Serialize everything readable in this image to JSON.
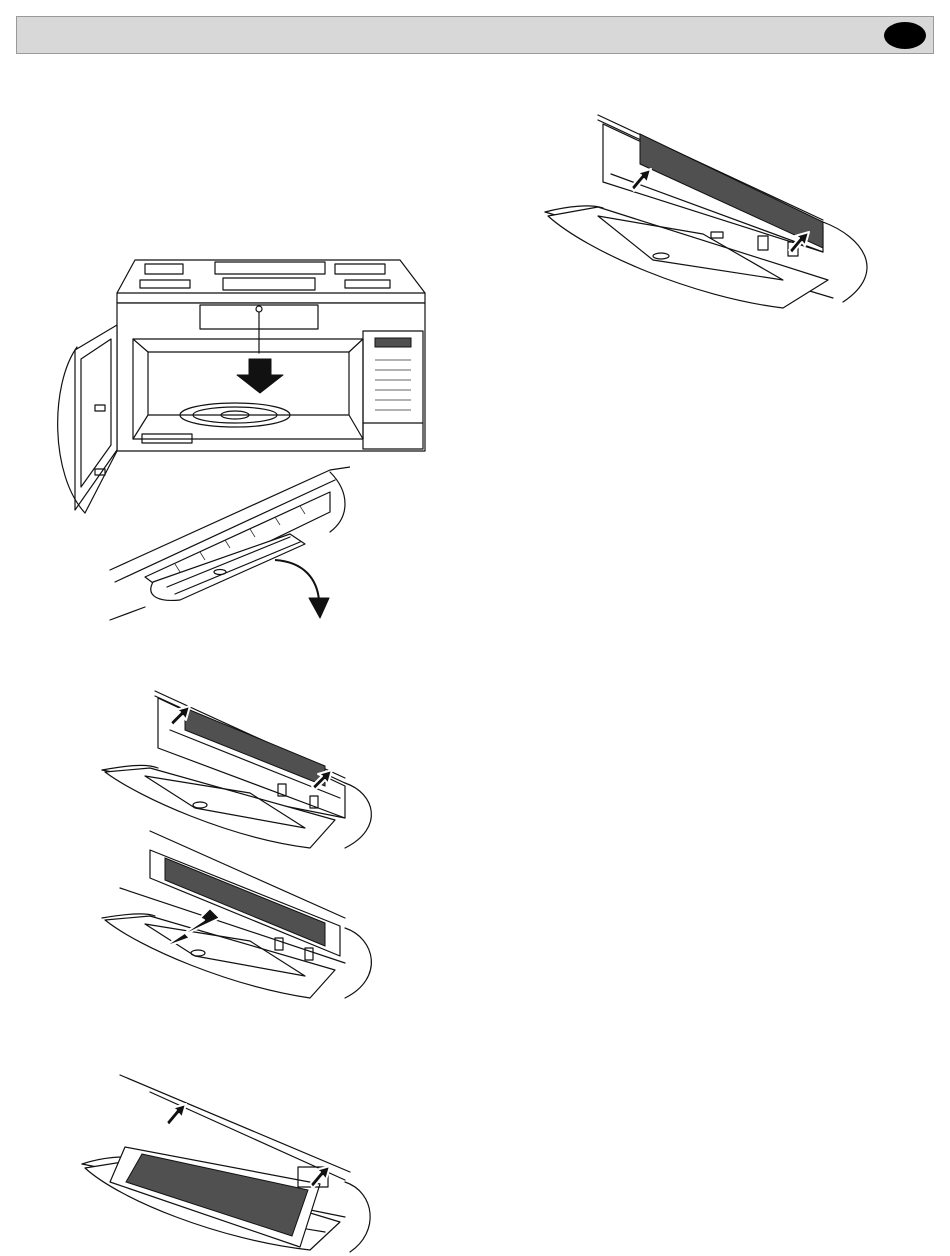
{
  "header": {
    "title": "",
    "badge_text": ""
  },
  "figures": [
    {
      "icon": "microwave-screw-removal-illustration"
    },
    {
      "icon": "vent-grille-open-illustration"
    },
    {
      "icon": "charcoal-filter-tabs-illustration"
    },
    {
      "icon": "charcoal-filter-pull-out-illustration"
    },
    {
      "icon": "charcoal-filter-insert-illustration"
    },
    {
      "icon": "charcoal-filter-installed-illustration"
    }
  ]
}
